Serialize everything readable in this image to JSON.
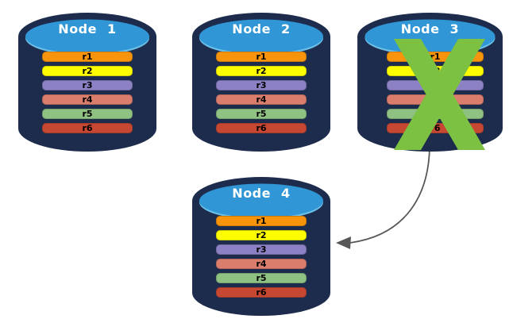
{
  "diagram": {
    "colors": {
      "background": "#FFFFFF",
      "cylinder_body": "#1D2C4D",
      "cylinder_top": "#3096D6",
      "cylinder_top_highlight": "#6CC0E8",
      "failure_x": "#7CC142",
      "arrow": "#575757",
      "title_text": "#FFFFFF",
      "row_text": "#000000"
    },
    "nodes": [
      {
        "title": "Node 1",
        "failed": false,
        "rows": [
          {
            "label": "r1",
            "color": "#F8940B"
          },
          {
            "label": "r2",
            "color": "#FDFD00"
          },
          {
            "label": "r3",
            "color": "#8C81C4"
          },
          {
            "label": "r4",
            "color": "#DA7D6D"
          },
          {
            "label": "r5",
            "color": "#8FC183"
          },
          {
            "label": "r6",
            "color": "#C74832"
          }
        ]
      },
      {
        "title": "Node 2",
        "failed": false,
        "rows": [
          {
            "label": "r1",
            "color": "#F8940B"
          },
          {
            "label": "r2",
            "color": "#FDFD00"
          },
          {
            "label": "r3",
            "color": "#8C81C4"
          },
          {
            "label": "r4",
            "color": "#DA7D6D"
          },
          {
            "label": "r5",
            "color": "#8FC183"
          },
          {
            "label": "r6",
            "color": "#C74832"
          }
        ]
      },
      {
        "title": "Node 3",
        "failed": true,
        "rows": [
          {
            "label": "r1",
            "color": "#F8940B"
          },
          {
            "label": "r2",
            "color": "#FDFD00"
          },
          {
            "label": "r3",
            "color": "#8C81C4"
          },
          {
            "label": "r4",
            "color": "#DA7D6D"
          },
          {
            "label": "r5",
            "color": "#8FC183"
          },
          {
            "label": "r6",
            "color": "#C74832"
          }
        ]
      },
      {
        "title": "Node 4",
        "failed": false,
        "rows": [
          {
            "label": "r1",
            "color": "#F8940B"
          },
          {
            "label": "r2",
            "color": "#FDFD00"
          },
          {
            "label": "r3",
            "color": "#8C81C4"
          },
          {
            "label": "r4",
            "color": "#DA7D6D"
          },
          {
            "label": "r5",
            "color": "#8FC183"
          },
          {
            "label": "r6",
            "color": "#C74832"
          }
        ]
      }
    ],
    "arrow": {
      "from": "Node 3",
      "to": "Node 4"
    }
  }
}
